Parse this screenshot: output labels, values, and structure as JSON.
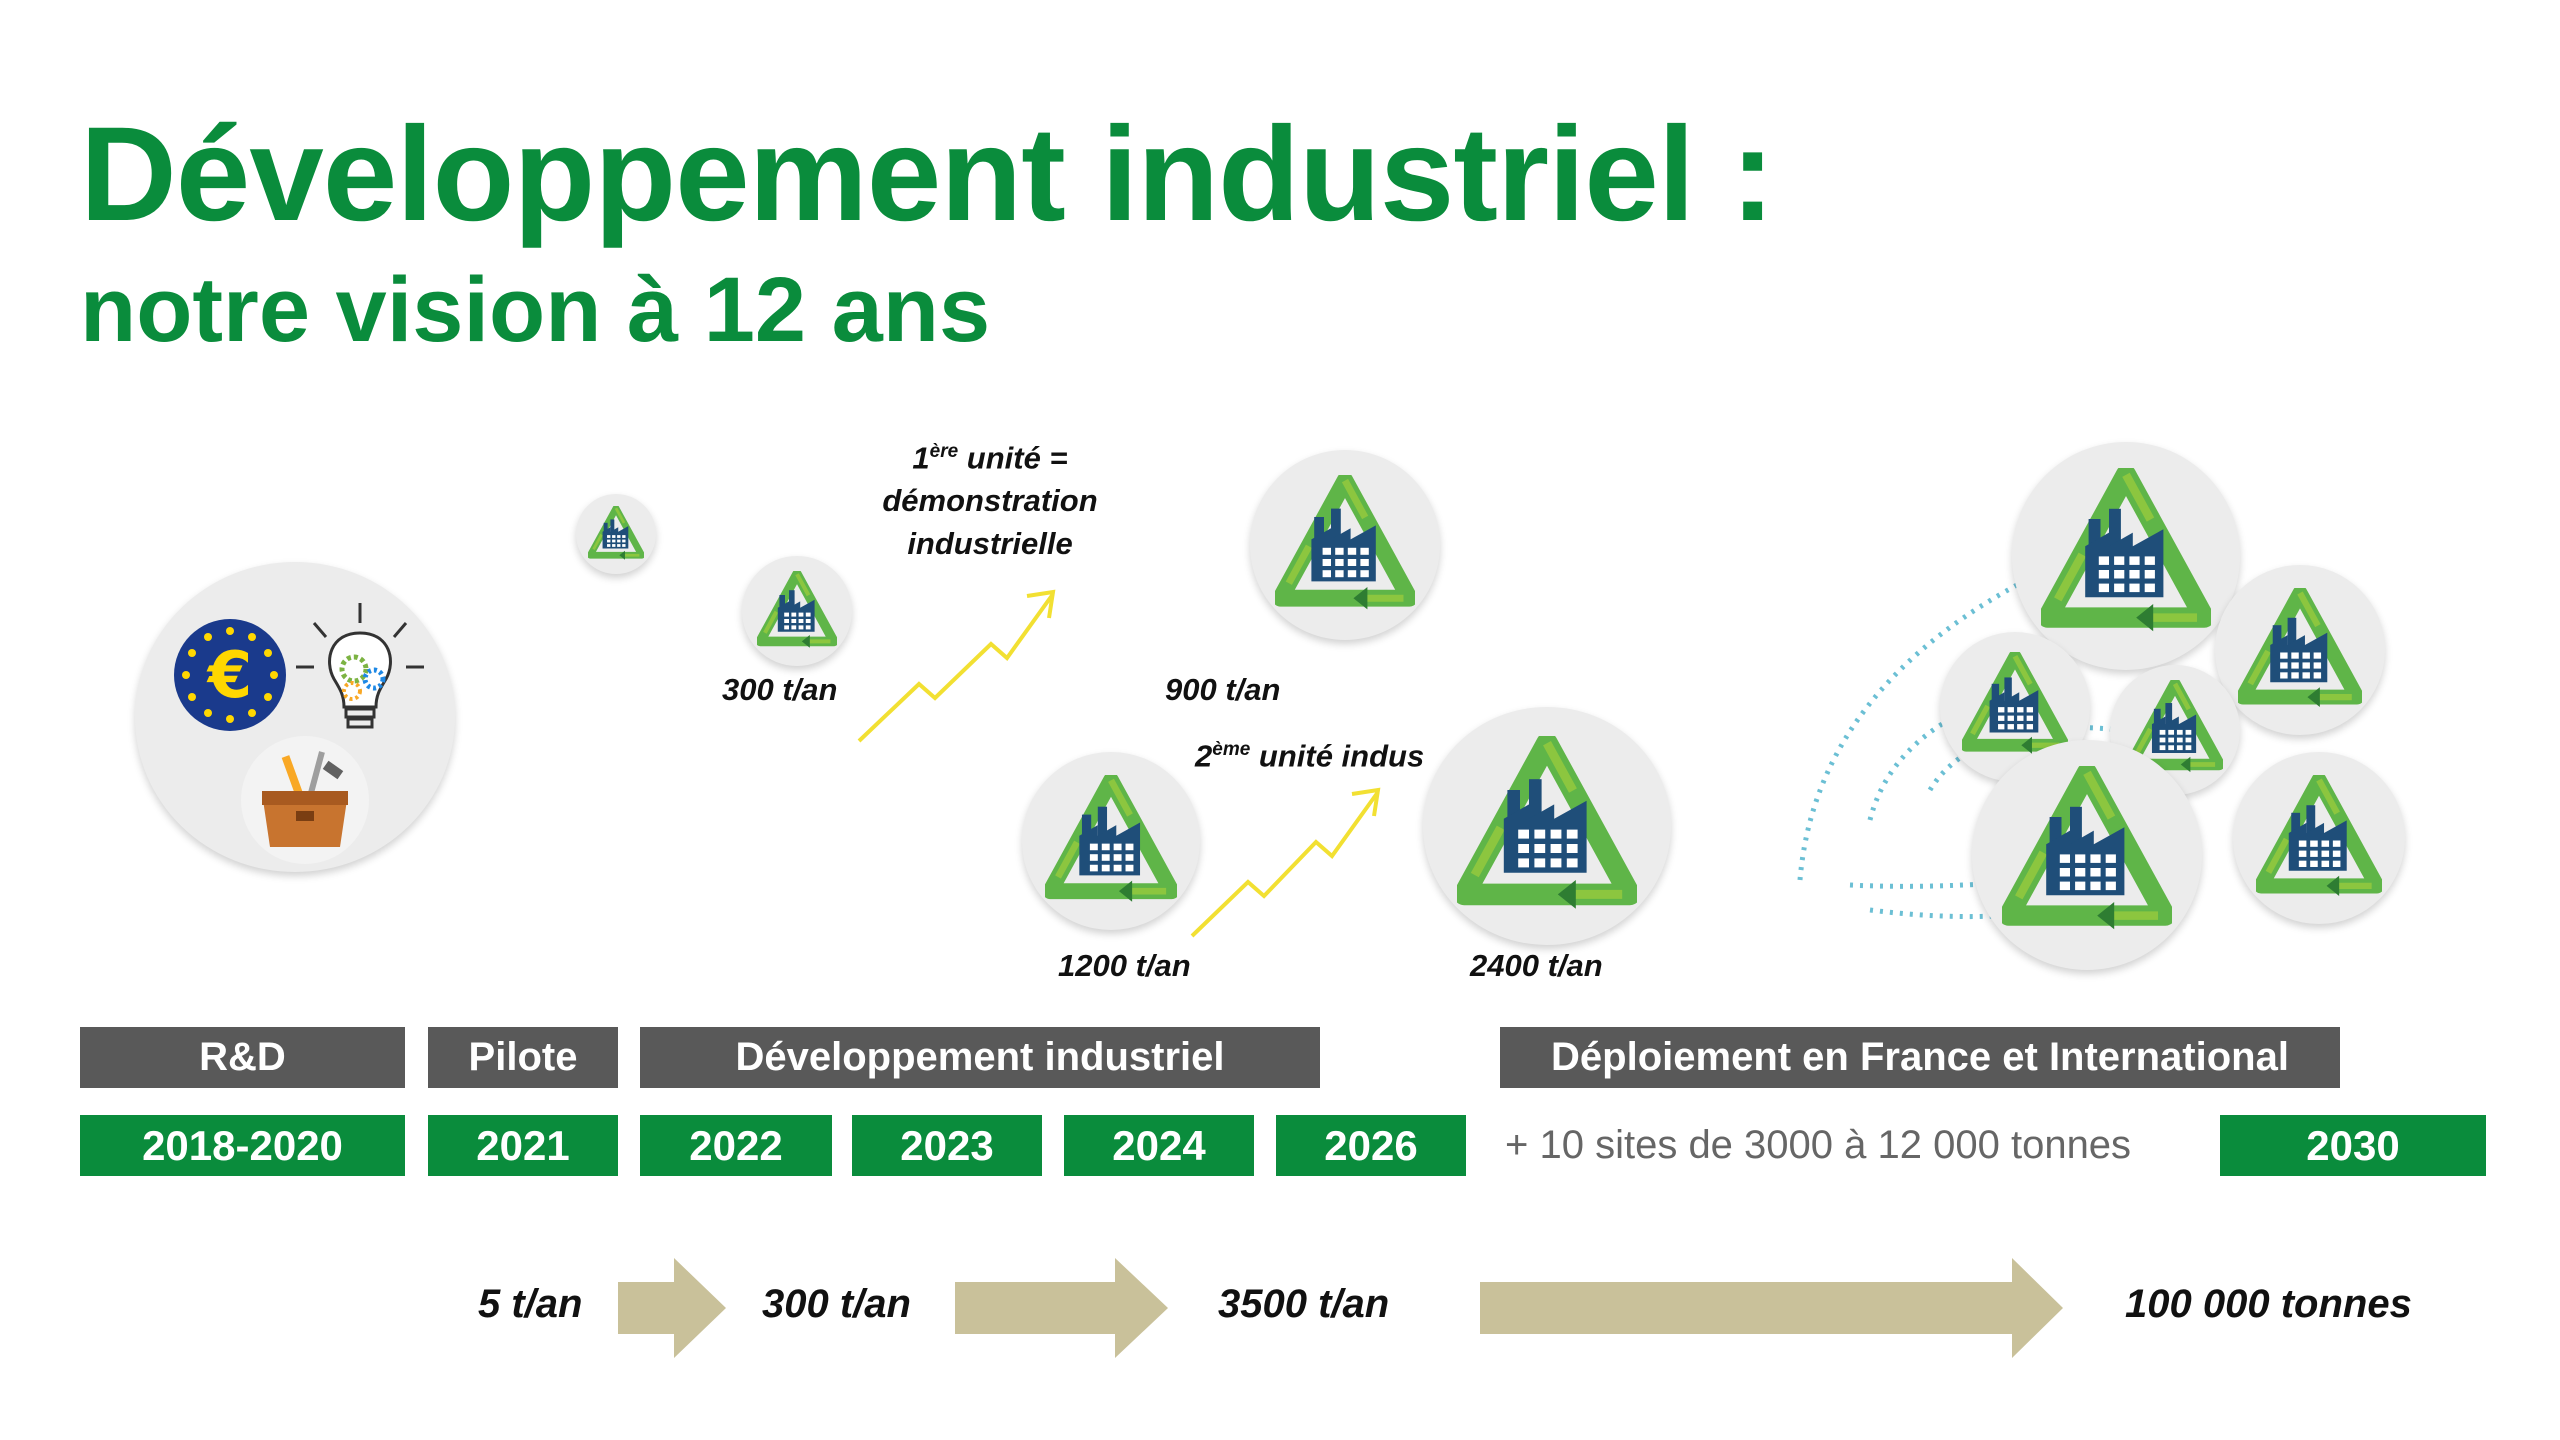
{
  "header": {
    "title": "Développement industriel :",
    "subtitle": "notre vision à 12 ans"
  },
  "annotations": {
    "unit1": {
      "ord": "1",
      "sup": "ère",
      "line1_rest": " unité =",
      "line2": "démonstration",
      "line3": "industrielle"
    },
    "unit2": {
      "ord": "2",
      "sup": "ème",
      "rest": " unité indus"
    }
  },
  "capacities": {
    "c300": "300 t/an",
    "c900": "900 t/an",
    "c1200": "1200 t/an",
    "c2400": "2400 t/an"
  },
  "phases": {
    "rd": "R&D",
    "pilote": "Pilote",
    "dev": "Développement industriel",
    "deploy": "Déploiement en France et International"
  },
  "years": {
    "y1": "2018-2020",
    "y2": "2021",
    "y3": "2022",
    "y4": "2023",
    "y5": "2024",
    "y6": "2026",
    "y7": "2030"
  },
  "sites_text": "+ 10 sites de 3000 à 12 000 tonnes",
  "flow": {
    "f1": "5 t/an",
    "f2": "300 t/an",
    "f3": "3500 t/an",
    "f4": "100 000 tonnes"
  },
  "colors": {
    "brand_green": "#0a8c3c",
    "phase_gray": "#595959",
    "arrow_khaki": "#c9c19a",
    "trend_yellow": "#f2e032",
    "factory_navy": "#1f4e79",
    "recycle_green": "#4caf50"
  },
  "icons": [
    "euro-icon",
    "lightbulb-gears-icon",
    "toolbox-icon",
    "recycling-factory-icon",
    "trend-arrow-icon",
    "flow-arrow-icon"
  ]
}
